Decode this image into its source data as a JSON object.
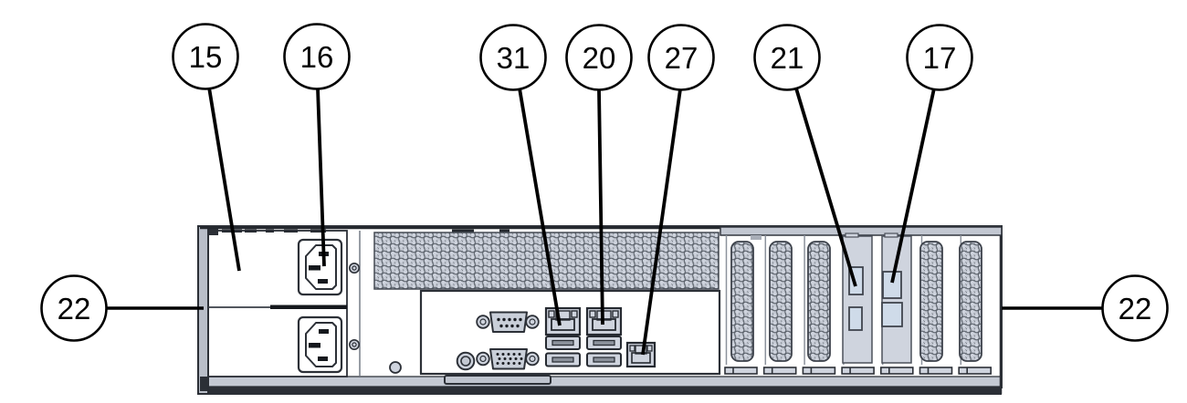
{
  "callouts": [
    {
      "label": "15"
    },
    {
      "label": "16"
    },
    {
      "label": "31"
    },
    {
      "label": "20"
    },
    {
      "label": "27"
    },
    {
      "label": "21"
    },
    {
      "label": "17"
    },
    {
      "label": "22"
    },
    {
      "label": "22"
    }
  ],
  "colors": {
    "chassis": "#cbd0d9",
    "psu_face": "#ced3dd",
    "panel": "#cfd4de",
    "vent_background": "#c3c8d2",
    "vent_hole": "#ced3dd",
    "slot_cutout": "#cfdbe9",
    "bottom_rail": "#c4c9d3",
    "bottom_edge": "#2b2f36",
    "callout_fill": "#ffffff",
    "outline": "#2c3037"
  }
}
